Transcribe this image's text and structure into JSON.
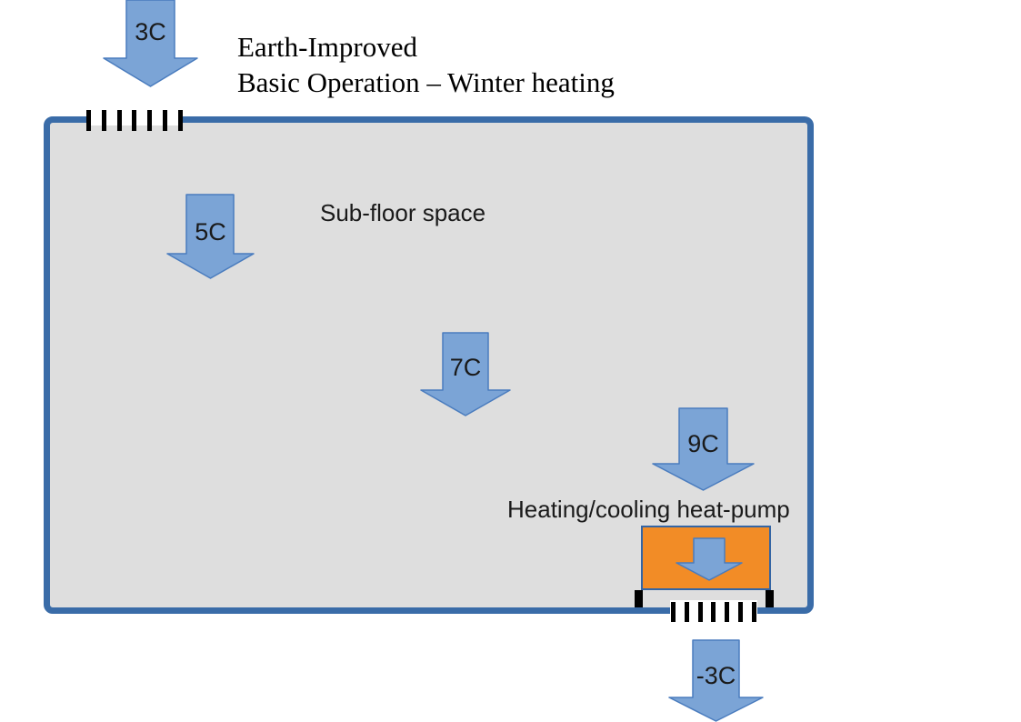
{
  "title": {
    "line1": "Earth-Improved",
    "line2": "Basic Operation – Winter heating"
  },
  "labels": {
    "sub_floor": "Sub-floor space",
    "heat_pump": "Heating/cooling heat-pump"
  },
  "arrows": [
    {
      "id": "inlet-air",
      "label": "3C"
    },
    {
      "id": "subfloor-flow-1",
      "label": "5C"
    },
    {
      "id": "subfloor-flow-2",
      "label": "7C"
    },
    {
      "id": "subfloor-flow-3",
      "label": "9C"
    },
    {
      "id": "outlet-air",
      "label": "-3C"
    }
  ],
  "vents": {
    "top": {
      "tick_count": 7
    },
    "bottom": {
      "tick_count": 7
    }
  },
  "colors": {
    "background": "#FFFFFF",
    "text": "#000000",
    "box_stroke": "#3A6CA8",
    "box_fill": "#DEDEDE",
    "arrow_fill": "#7BA4D6",
    "arrow_stroke": "#4A7CBE",
    "pump_fill": "#F28C26",
    "pump_stroke": "#3465A4",
    "vent_tick": "#000000"
  }
}
